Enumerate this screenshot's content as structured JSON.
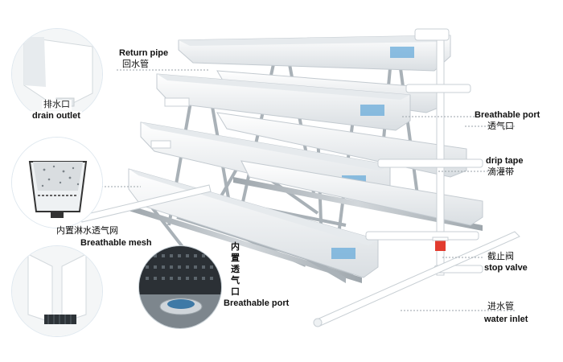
{
  "labels": {
    "return_pipe_en": "Return pipe",
    "return_pipe_cn": "回水管",
    "drain_outlet_cn": "排水口",
    "drain_outlet_en": "drain outlet",
    "breathable_port_en": "Breathable port",
    "breathable_port_cn": "透气口",
    "drip_tape_en": "drip tape",
    "drip_tape_cn": "滴灌带",
    "mesh_cn": "内置淋水透气网",
    "mesh_en": "Breathable mesh",
    "port2_cn_chars": [
      "内",
      "置",
      "透",
      "气",
      "口"
    ],
    "port2_en": "Breathable port",
    "stop_valve_cn": "截止阀",
    "stop_valve_en": "stop valve",
    "water_inlet_cn": "进水管",
    "water_inlet_en": "water inlet"
  },
  "colors": {
    "background": "#ffffff",
    "trough": "#f2f4f5",
    "frame": "#b8bfc4",
    "pipe": "#ffffff",
    "valve": "#e23b2e"
  }
}
